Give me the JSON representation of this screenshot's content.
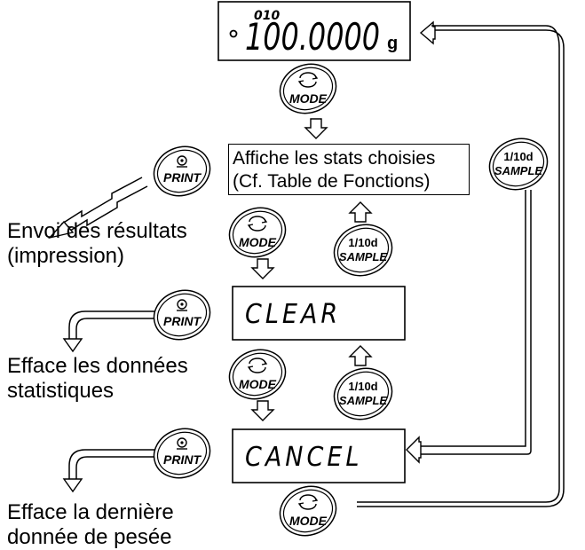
{
  "display_top": {
    "superscript": "010",
    "value": "100.0000",
    "unit": "g"
  },
  "display_clear": {
    "text": "CLEAR"
  },
  "display_cancel": {
    "text": "CANCEL"
  },
  "info_box": {
    "line1": "Affiche les stats choisies",
    "line2": "(Cf. Table de Fonctions)"
  },
  "keys": {
    "mode": "MODE",
    "print": "PRINT",
    "sample_top": "1/10d",
    "sample_bottom": "SAMPLE"
  },
  "labels": {
    "print_results_line1": "Envoi des résultats",
    "print_results_line2": "(impression)",
    "clear_line1": "Efface les données",
    "clear_line2": "statistiques",
    "cancel_line1": "Efface la dernière",
    "cancel_line2": "donnée de pesée"
  },
  "colors": {
    "ink": "#000000",
    "background": "#ffffff"
  }
}
